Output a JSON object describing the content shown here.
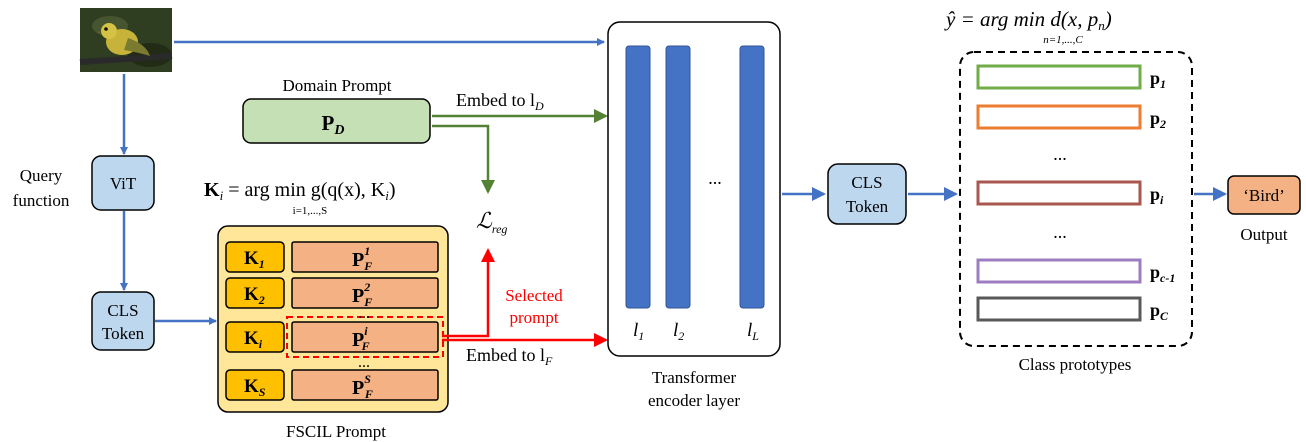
{
  "colors": {
    "blue_arrow": "#4472c4",
    "green_arrow": "#548235",
    "red_arrow": "#ff0000",
    "vit_fill": "#bdd7ee",
    "domain_fill": "#c5e0b4",
    "prompt_pool_fill": "#ffe699",
    "key_fill": "#ffc000",
    "prompt_fill": "#f4b183",
    "encoder_bar": "#4472c4",
    "output_fill": "#f4b183"
  },
  "input": {
    "icon": "bird-image-icon"
  },
  "query_function_label": [
    "Query",
    "function"
  ],
  "vit_label": "ViT",
  "cls_token_left": [
    "CLS",
    "Token"
  ],
  "domain_prompt": {
    "title": "Domain Prompt",
    "symbol": "P",
    "subscript": "D"
  },
  "embed_d": {
    "text": "Embed to l",
    "subscript": "D"
  },
  "embed_f": {
    "text": "Embed to l",
    "subscript": "F"
  },
  "key_eq": {
    "lhs": "K",
    "lhs_sub": "i",
    "main": " = arg min g(q(x), K",
    "main_sub": "i",
    "close": ")",
    "under": "i=1,...,S"
  },
  "loss": {
    "symbol": "ℒ",
    "subscript": "reg"
  },
  "selected_prompt": [
    "Selected",
    "prompt"
  ],
  "fscil_caption": "FSCIL Prompt",
  "pool_rows": [
    {
      "key": "K",
      "key_sub": "1",
      "prompt_sup": "1",
      "selected": false
    },
    {
      "key": "K",
      "key_sub": "2",
      "prompt_sup": "2",
      "selected": false
    },
    {
      "key": "K",
      "key_sub": "i",
      "prompt_sup": "i",
      "selected": true
    },
    {
      "key": "K",
      "key_sub": "S",
      "prompt_sup": "S",
      "selected": false
    }
  ],
  "pool_prompt_symbol": "P",
  "pool_prompt_sub": "F",
  "pool_ellipsis": "...",
  "encoder": {
    "layer_labels": [
      "1",
      "2",
      "L"
    ],
    "layer_prefix": "l",
    "ellipsis": "...",
    "caption": [
      "Transformer",
      "encoder layer"
    ]
  },
  "cls_token_right": [
    "CLS",
    "Token"
  ],
  "prediction_eq": {
    "lhs": "ŷ = arg min d(x, p",
    "sub": "n",
    "close": ")",
    "under": "n=1,...,C"
  },
  "prototypes": {
    "items": [
      {
        "label": "p",
        "sub": "1",
        "color": "#70ad47"
      },
      {
        "label": "p",
        "sub": "2",
        "color": "#ed7d31"
      },
      {
        "label": "p",
        "sub": "i",
        "color": "#a9574f"
      },
      {
        "label": "p",
        "sub": "c-1",
        "color": "#9e7cc1"
      },
      {
        "label": "p",
        "sub": "C",
        "color": "#595959"
      }
    ],
    "ellipsis": "...",
    "caption": "Class prototypes"
  },
  "output": {
    "value": "‘Bird’",
    "caption": "Output"
  }
}
